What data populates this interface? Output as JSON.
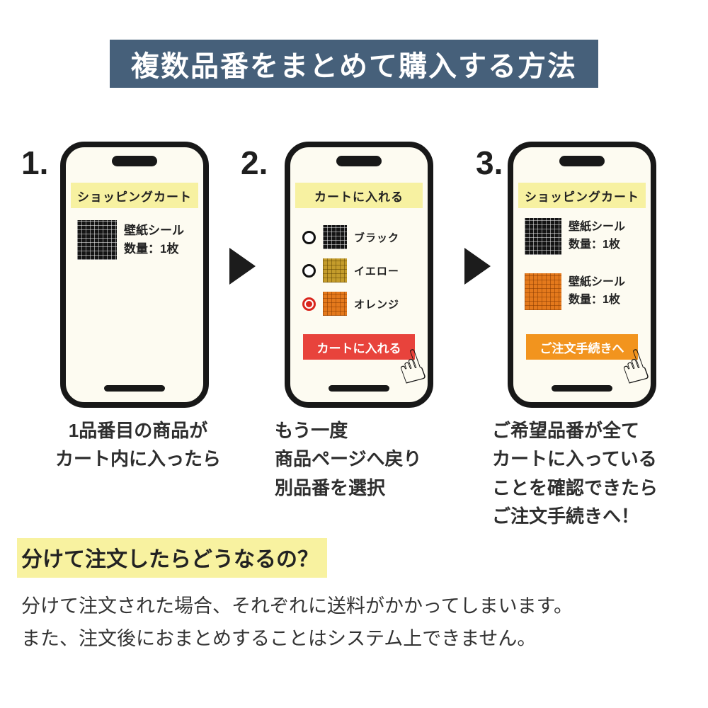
{
  "banner": {
    "title": "複数品番をまとめて購入する方法"
  },
  "steps": [
    {
      "number": "1.",
      "phone": {
        "header": "ショッピングカート",
        "items": [
          {
            "name": "壁紙シール",
            "qty": "数量：1枚",
            "swatch": "black-grid"
          }
        ]
      },
      "caption": "1品番目の商品が\nカート内に入ったら"
    },
    {
      "number": "2.",
      "phone": {
        "header": "カートに入れる",
        "options": [
          {
            "label": "ブラック",
            "swatch": "black-grid",
            "selected": false
          },
          {
            "label": "イエロー",
            "swatch": "yellow-grid",
            "selected": false
          },
          {
            "label": "オレンジ",
            "swatch": "orange-grid",
            "selected": true
          }
        ],
        "button_label": "カートに入れる"
      },
      "caption": "もう一度\n商品ページへ戻り\n別品番を選択"
    },
    {
      "number": "3.",
      "phone": {
        "header": "ショッピングカート",
        "items": [
          {
            "name": "壁紙シール",
            "qty": "数量：1枚",
            "swatch": "black-grid"
          },
          {
            "name": "壁紙シール",
            "qty": "数量：1枚",
            "swatch": "orange-grid"
          }
        ],
        "button_label": "ご注文手続きへ"
      },
      "caption": "ご希望品番が全て\nカートに入っている\nことを確認できたら\nご注文手続きへ！"
    }
  ],
  "footer": {
    "heading": "分けて注文したらどうなるの？",
    "body": "分けて注文された場合、それぞれに送料がかかってしまいます。\nまた、注文後におまとめすることはシステム上できません。"
  },
  "icons": {
    "hand_cursor": "☝",
    "arrow_right": "▶"
  },
  "colors": {
    "banner_bg": "#46607a",
    "screen_header_bg": "#f7f1a1",
    "add_to_cart_button": "#e8433c",
    "checkout_button": "#f2941e",
    "selected_radio": "#d9251d",
    "heading_highlight": "#f8f2a0"
  }
}
